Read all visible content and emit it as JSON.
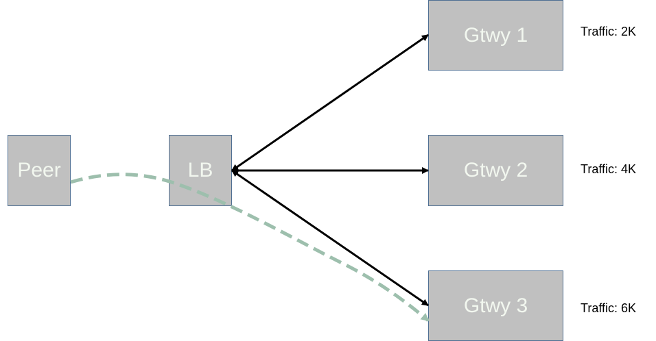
{
  "nodes": {
    "peer": "Peer",
    "lb": "LB",
    "gateway_1": "Gtwy 1",
    "gateway_2": "Gtwy 2",
    "gateway_3": "Gtwy 3"
  },
  "traffic": {
    "gateway_1": "Traffic: 2K",
    "gateway_2": "Traffic: 4K",
    "gateway_3": "Traffic: 6K"
  },
  "connections": [
    {
      "from": "lb",
      "to": "gateway_1",
      "style": "solid",
      "direction": "bidirectional"
    },
    {
      "from": "lb",
      "to": "gateway_2",
      "style": "solid",
      "direction": "bidirectional"
    },
    {
      "from": "lb",
      "to": "gateway_3",
      "style": "solid",
      "direction": "bidirectional"
    },
    {
      "from": "peer",
      "to": "gateway_3",
      "style": "dashed",
      "direction": "forward"
    }
  ],
  "colors": {
    "node_fill": "#c0c0c0",
    "node_border": "#4f6f93",
    "node_text": "#f2f7ef",
    "arrow": "#000000",
    "dashed_path": "#9dbfad"
  }
}
